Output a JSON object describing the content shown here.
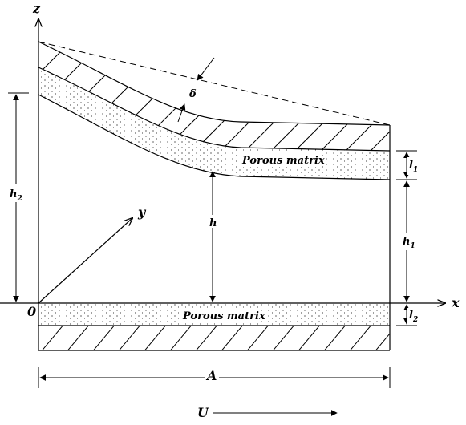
{
  "labels": {
    "z_axis": "z",
    "x_axis": "x",
    "y_axis": "y",
    "origin": "0",
    "delta": "δ",
    "h": "h",
    "h2_main": "h",
    "h2_sub": "2",
    "h1_main": "h",
    "h1_sub": "1",
    "l1_main": "l",
    "l1_sub": "1",
    "l2_main": "l",
    "l2_sub": "2",
    "A": "A",
    "U": "U",
    "porous_top": "Porous matrix",
    "porous_bottom": "Porous matrix"
  }
}
